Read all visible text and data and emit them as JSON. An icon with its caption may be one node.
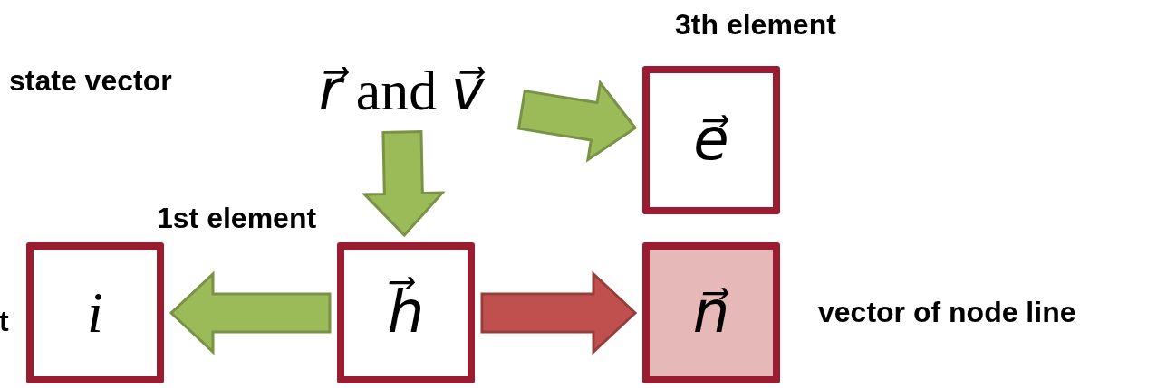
{
  "diagram": {
    "nodes": [
      {
        "text": [
          "*r⃗* and *v⃗*"
        ]
      },
      {
        "text": [
          "e⃗"
        ],
        "beside": [
          "3th element"
        ]
      },
      {
        "text": [
          "i"
        ],
        "beside": [
          "t"
        ]
      },
      {
        "text": [
          "h⃗"
        ],
        "beside": [
          "1st element"
        ]
      },
      {
        "text": [
          "n⃗"
        ],
        "beside": [
          "vector of node line"
        ]
      }
    ],
    "labels": [
      "state vector"
    ],
    "edges": [
      {
        "from": 0,
        "to": 3,
        "arrow": "to"
      },
      {
        "from": 0,
        "to": 1,
        "arrow": "to"
      },
      {
        "from": 3,
        "to": 2,
        "arrow": "to"
      },
      {
        "from": 3,
        "to": 4,
        "arrow": "to",
        "color": "#c0504d"
      }
    ]
  }
}
